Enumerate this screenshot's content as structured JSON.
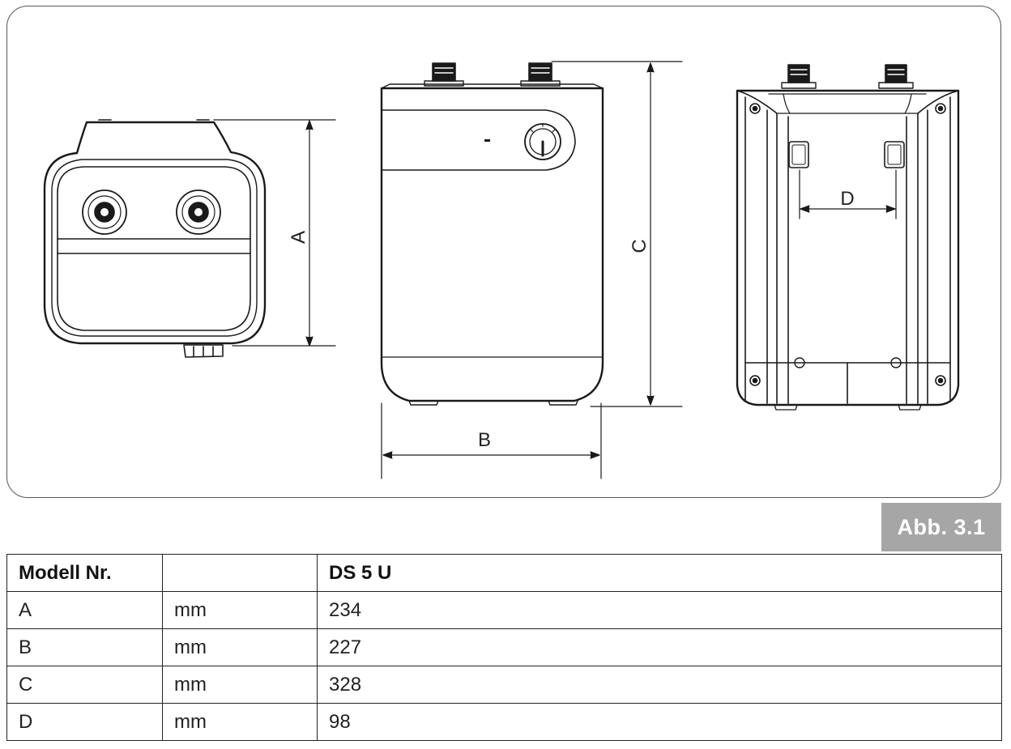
{
  "diagram": {
    "dimension_labels": {
      "A": "A",
      "B": "B",
      "C": "C",
      "D": "D"
    },
    "views": [
      "top-view",
      "front-view",
      "rear-view"
    ]
  },
  "figure_label": "Abb. 3.1",
  "table": {
    "header": {
      "model_label": "Modell Nr.",
      "unit": "",
      "model_value": "DS 5 U"
    },
    "rows": [
      {
        "name": "A",
        "unit": "mm",
        "value": "234"
      },
      {
        "name": "B",
        "unit": "mm",
        "value": "227"
      },
      {
        "name": "C",
        "unit": "mm",
        "value": "328"
      },
      {
        "name": "D",
        "unit": "mm",
        "value": "98"
      }
    ]
  }
}
